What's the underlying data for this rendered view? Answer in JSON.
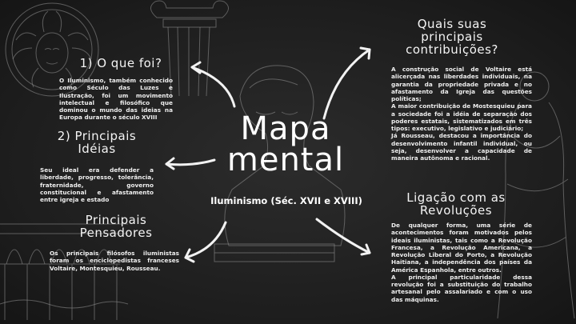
{
  "center": {
    "title_line1": "Mapa",
    "title_line2": "mental",
    "subtitle": "Iluminismo (Séc. XVII e XVIII)"
  },
  "sections": {
    "what": {
      "heading": "1) O que foi?",
      "text": "O Iluminismo, também conhecido como Século das Luzes e Ilustração, foi um movimento intelectual e filosófico que dominou o mundo das ideias na Europa durante o século XVIII"
    },
    "ideas": {
      "heading_line1": "2) Principais",
      "heading_line2": "Idéias",
      "text": "Seu ideal era defender a liberdade, progresso, tolerância, fraternidade, governo constitucional e afastamento entre igreja e estado"
    },
    "thinkers": {
      "heading_line1": "Principais",
      "heading_line2": "Pensadores",
      "text": "Os principais filósofos iluministas foram os enciclopedistas franceses Voltaire, Montesquieu, Rousseau."
    },
    "contributions": {
      "heading_line1": "Quais suas",
      "heading_line2": "principais",
      "heading_line3": "contribuições?",
      "paragraphs": [
        "A construção social de Voltaire está alicerçada nas liberdades individuais, na garantia da propriedade privada e no afastamento da Igreja das questões políticas;",
        "A maior contribuição de Mostesquieu para a sociedade foi a idéia de separação dos poderes estatais, sistematizados em três tipos: executivo, legislativo e judiciário;",
        "Já Rousseau, destacou a importância do desenvolvimento infantil individual, ou seja, desenvolver a capacidade de maneira autônoma e racional."
      ]
    },
    "revolutions": {
      "heading_line1": "Ligação com as",
      "heading_line2": "Revoluções",
      "paragraphs": [
        "De qualquer forma, uma série de acontecimentos foram motivados pelos ideais iluministas, tais como a Revolução Francesa, a Revolução Americana, a Revolução Liberal do Porto, a Revolução Haitiana, a independência dos países da América Espanhola, entre outros.",
        "A principal particularidade dessa revolução foi a substituição do trabalho artesanal pelo assalariado e com o uso das máquinas."
      ]
    }
  },
  "colors": {
    "background": "#1f1f1f",
    "text": "#f2f2f2",
    "sketch": "#8a8a8a"
  },
  "icons": {
    "top_left": "medusa-head-sketch",
    "top_center": "ionic-column-sketch",
    "center": "philosopher-bust-sketch",
    "right": "robed-statue-sketch",
    "bottom_left": "aqueduct-sketch"
  }
}
